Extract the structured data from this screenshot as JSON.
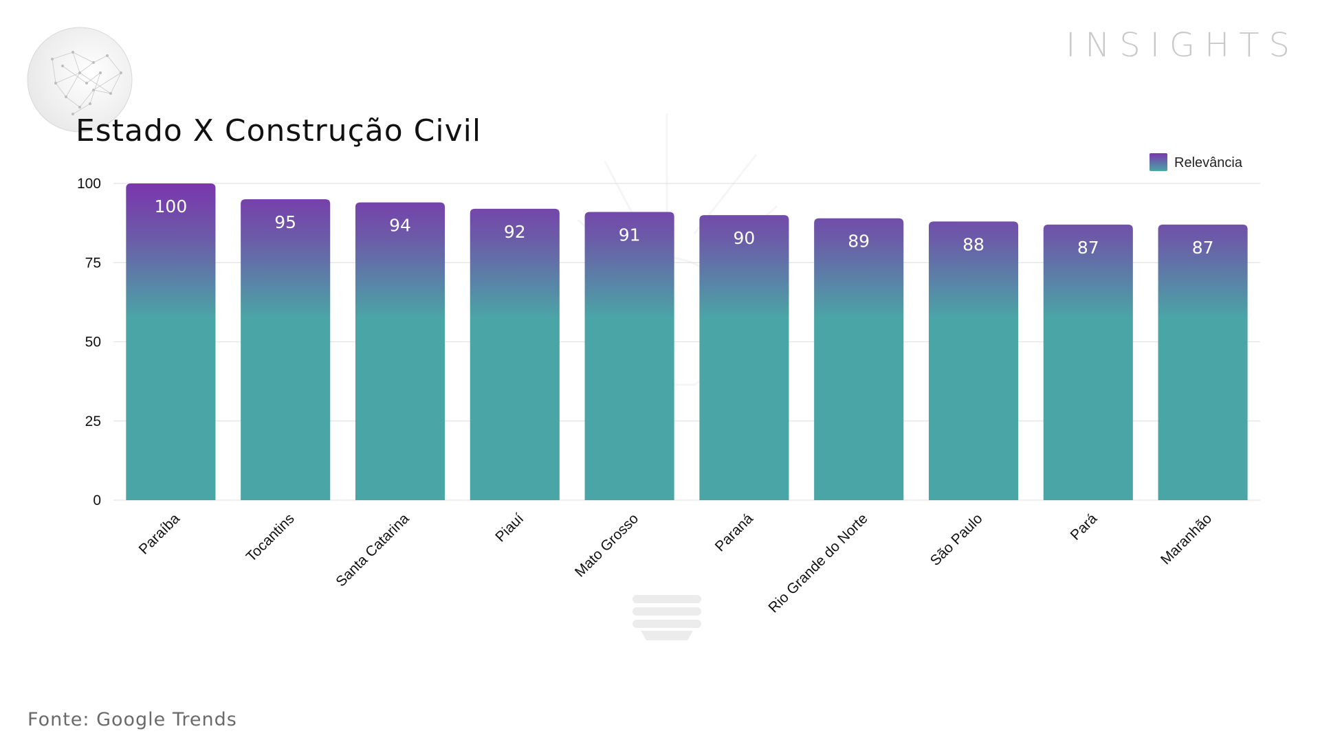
{
  "brand": "INSIGHTS",
  "title": "Estado X Construção Civil",
  "source": "Fonte: Google Trends",
  "icons": {
    "globe": "globe-network-icon",
    "watermark": "lightbulb-watermark-icon"
  },
  "colors": {
    "bar_top": "#7a36ad",
    "bar_bottom": "#4aa6a6",
    "grid": "#e3e3e3",
    "brand_text": "#c9c9c9"
  },
  "chart_data": {
    "type": "bar",
    "categories": [
      "Paraíba",
      "Tocantins",
      "Santa Catarina",
      "Piauí",
      "Mato Grosso",
      "Paraná",
      "Rio Grande do Norte",
      "São Paulo",
      "Pará",
      "Maranhão"
    ],
    "series": [
      {
        "name": "Relevância",
        "values": [
          100,
          95,
          94,
          92,
          91,
          90,
          89,
          88,
          87,
          87
        ]
      }
    ],
    "ylim": [
      0,
      100
    ],
    "yticks": [
      0,
      25,
      50,
      75,
      100
    ],
    "grid": true,
    "legend": "top-right",
    "data_labels": true
  }
}
